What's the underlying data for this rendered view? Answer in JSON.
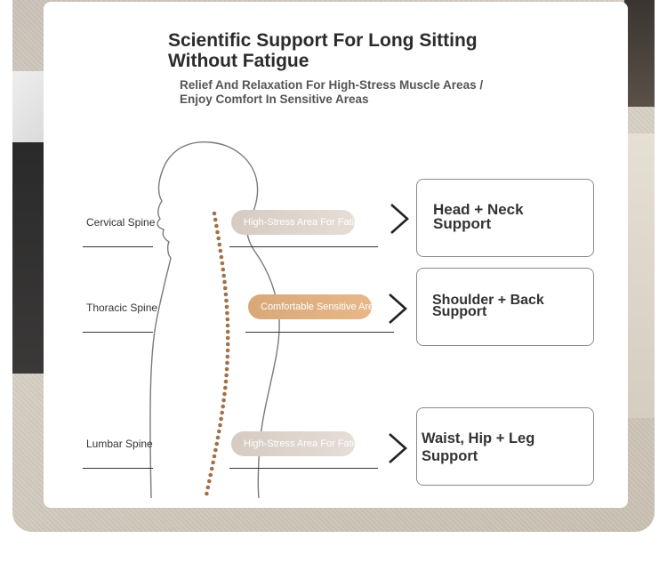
{
  "title": "Scientific Support For Long Sitting Without Fatigue",
  "subtitle": "Relief And Relaxation For High-Stress Muscle Areas / Enjoy Comfort In Sensitive Areas",
  "rows": [
    {
      "spine_label": "Cervical Spine",
      "area_label": "High-Stress Area For Fatigue",
      "support_label": "Head + Neck Support",
      "pill_color": "#d6cbc2"
    },
    {
      "spine_label": "Thoracic Spine",
      "area_label": "Comfortable Sensitive Area",
      "support_label": "Shoulder + Back Support",
      "pill_color": "#dfa774"
    },
    {
      "spine_label": "Lumbar Spine",
      "area_label": "High-Stress Area For Fatigue",
      "support_label": "Waist, Hip + Leg Support",
      "pill_color": "#d6cbc2"
    }
  ],
  "colors": {
    "spine_dots": "#a0714a",
    "text": "#333333"
  }
}
